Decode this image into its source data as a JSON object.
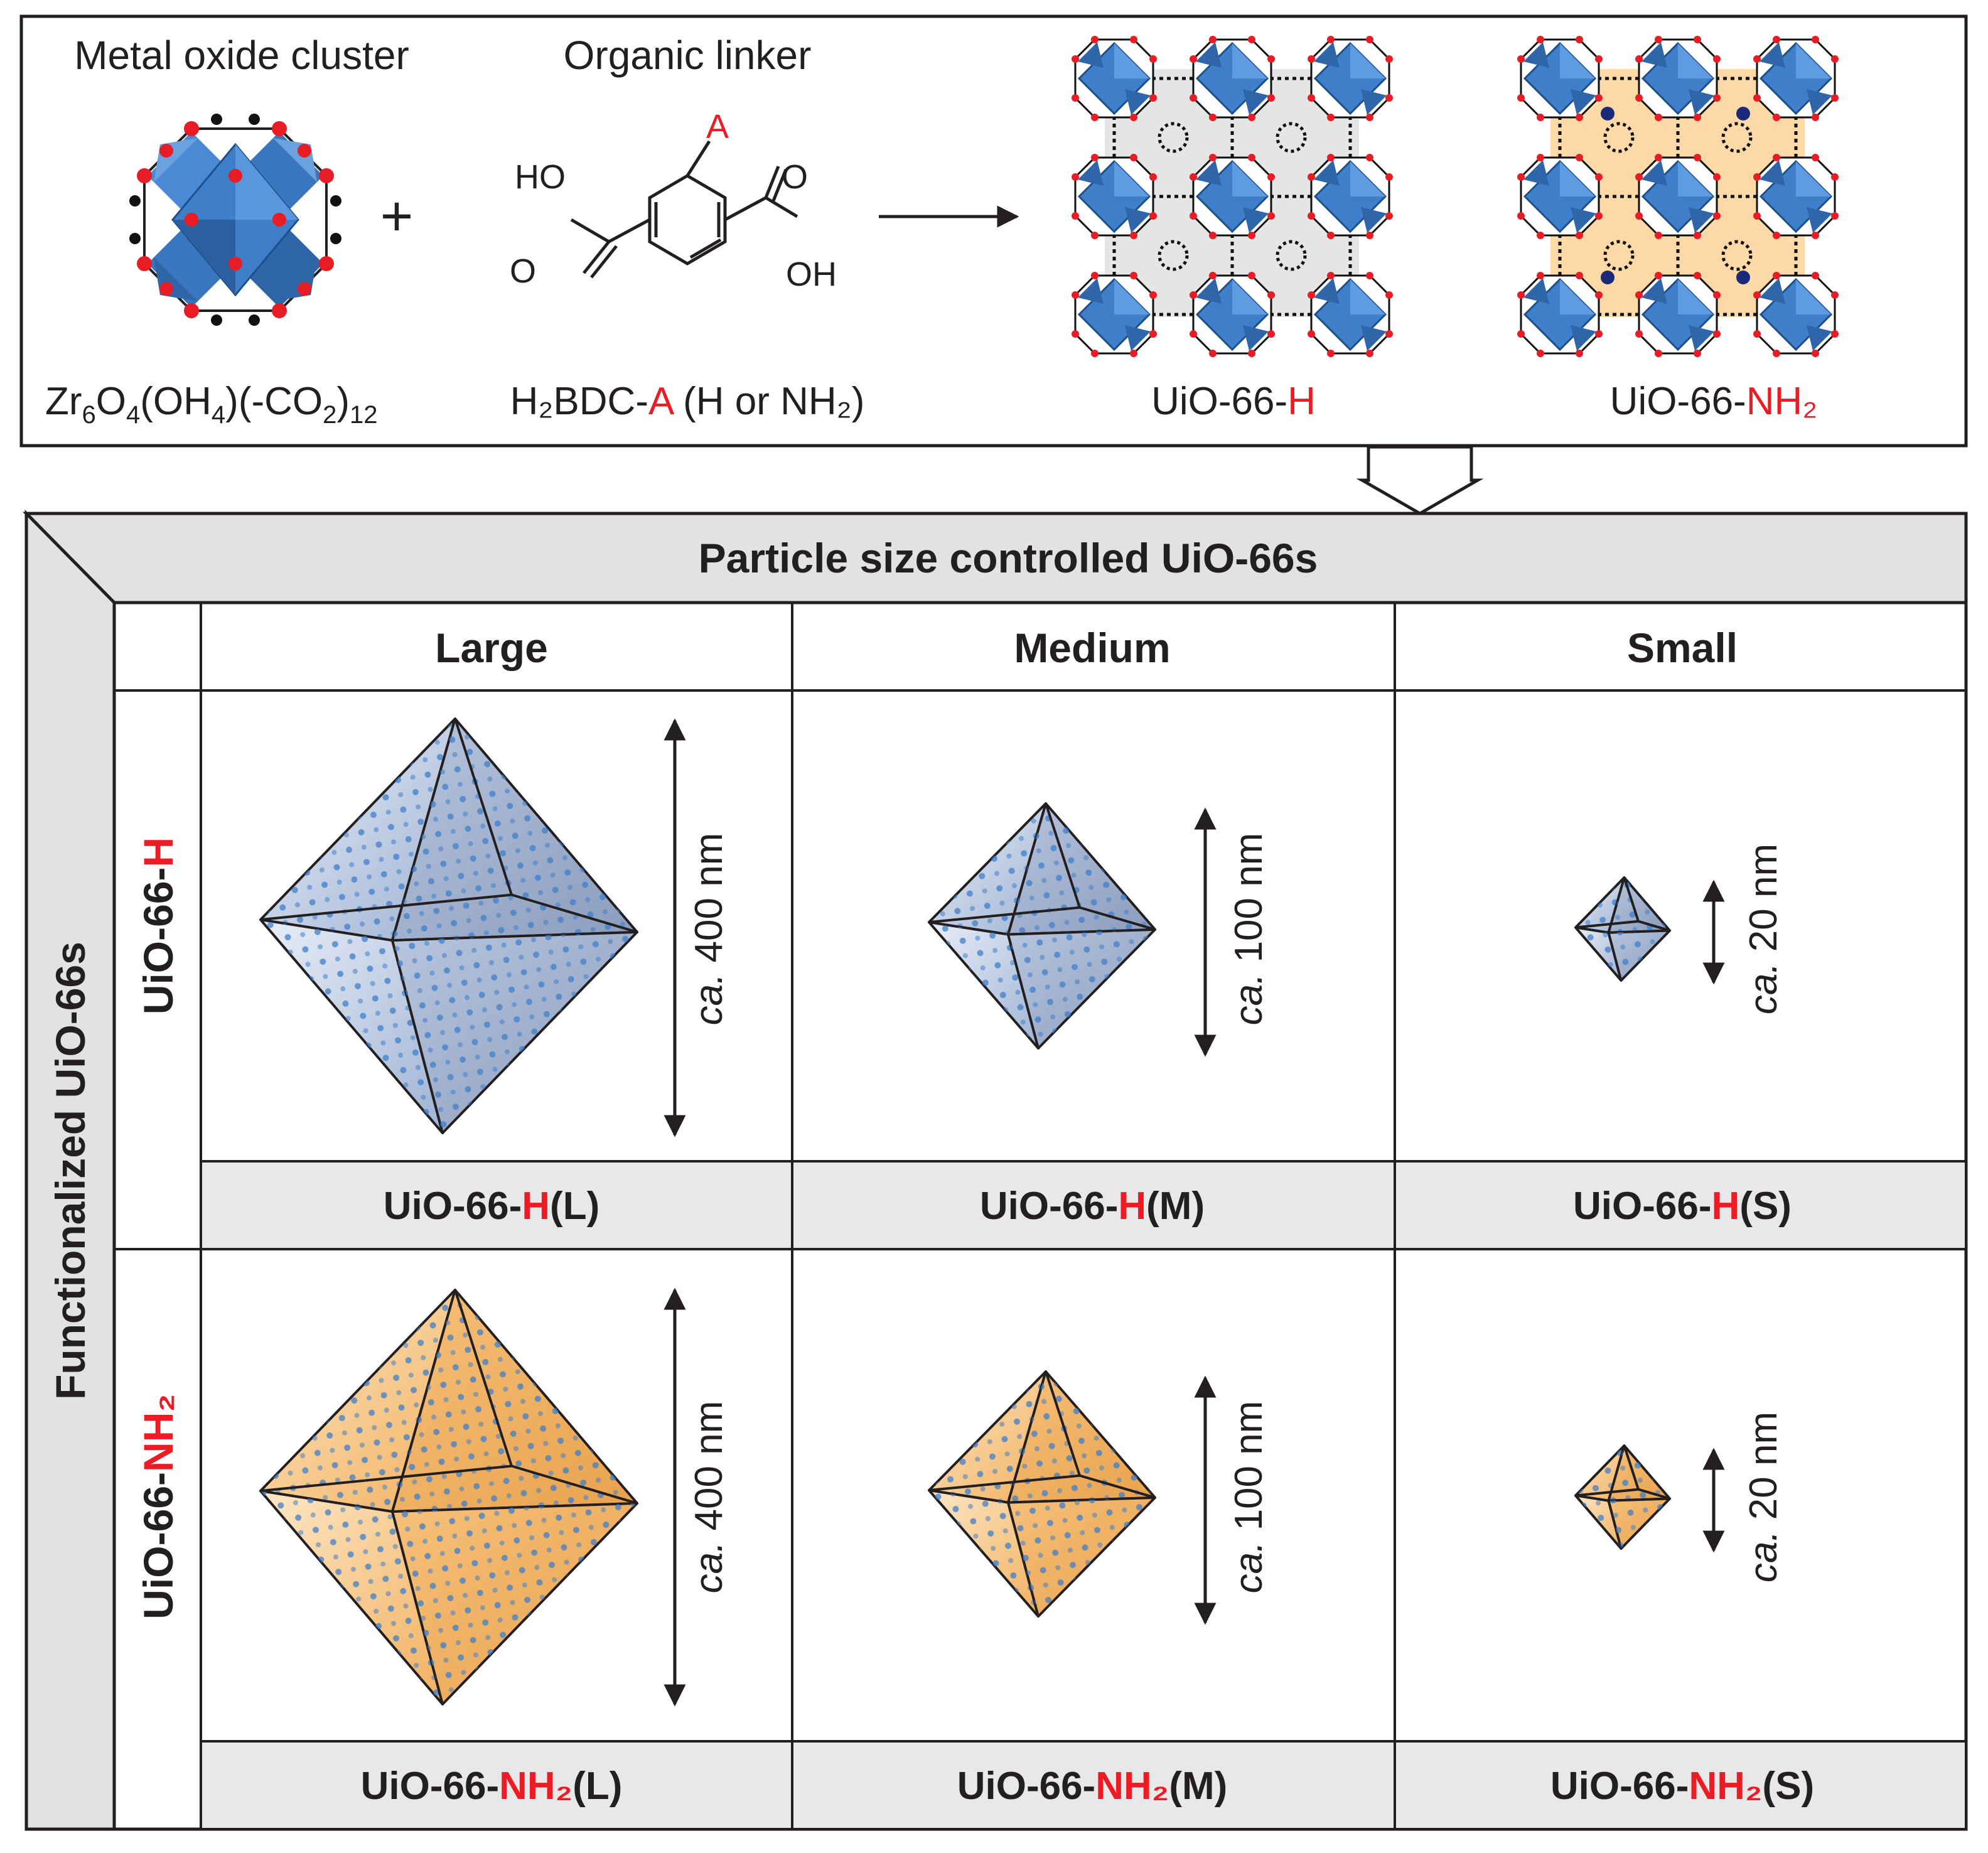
{
  "top": {
    "cluster": {
      "label": "Metal oxide cluster",
      "formula": {
        "zr": "Zr",
        "zr_sub": "6",
        "o": "O",
        "o_sub": "4",
        "oh_open": "(OH",
        "oh_sub": "4",
        "co2_open": ")(-CO",
        "co2_sub": "2",
        "close": ")",
        "close_sub": "12"
      }
    },
    "plus": "+",
    "linker": {
      "label": "Organic linker",
      "substituent": "A",
      "ho": "HO",
      "o_left": "O",
      "o_right": "O",
      "oh": "OH",
      "name": {
        "prefix": "H₂BDC-",
        "highlight": "A",
        "suffix": " (H or NH₂)"
      }
    },
    "product_h": {
      "prefix": "UiO-66-",
      "highlight": "H"
    },
    "product_nh2": {
      "prefix": "UiO-66-",
      "highlight": "NH₂"
    }
  },
  "table": {
    "title": "Particle size controlled UiO-66s",
    "side_title": "Functionalized UiO-66s",
    "columns": [
      "Large",
      "Medium",
      "Small"
    ],
    "rows": [
      {
        "label": {
          "prefix": "UiO-66-",
          "highlight": "H"
        },
        "color": "#a7b9d6",
        "cells": [
          {
            "size": "ca. 400 nm",
            "ca": "ca.",
            "value": "400 nm",
            "name": {
              "prefix": "UiO-66-",
              "highlight": "H",
              "suffix": "(L)"
            }
          },
          {
            "size": "ca. 100 nm",
            "ca": "ca.",
            "value": "100 nm",
            "name": {
              "prefix": "UiO-66-",
              "highlight": "H",
              "suffix": "(M)"
            }
          },
          {
            "size": "ca. 20 nm",
            "ca": "ca.",
            "value": "20 nm",
            "name": {
              "prefix": "UiO-66-",
              "highlight": "H",
              "suffix": "(S)"
            }
          }
        ]
      },
      {
        "label": {
          "prefix": "UiO-66-",
          "highlight": "NH₂"
        },
        "color": "#f2b66d",
        "cells": [
          {
            "size": "ca. 400 nm",
            "ca": "ca.",
            "value": "400 nm",
            "name": {
              "prefix": "UiO-66-",
              "highlight": "NH₂",
              "suffix": "(L)"
            }
          },
          {
            "size": "ca. 100 nm",
            "ca": "ca.",
            "value": "100 nm",
            "name": {
              "prefix": "UiO-66-",
              "highlight": "NH₂",
              "suffix": "(M)"
            }
          },
          {
            "size": "ca. 20 nm",
            "ca": "ca.",
            "value": "20 nm",
            "name": {
              "prefix": "UiO-66-",
              "highlight": "NH₂",
              "suffix": "(S)"
            }
          }
        ]
      }
    ]
  },
  "colors": {
    "highlight": "#ed1c24",
    "cluster_blue": "#3f7fc9",
    "header_gray": "#e2e2e2",
    "uio_h_fill": "#a7b9d6",
    "uio_nh2_fill": "#f2b66d",
    "framework_h_bg": "#e8e8e8",
    "framework_nh2_bg": "#fcd9a6"
  }
}
